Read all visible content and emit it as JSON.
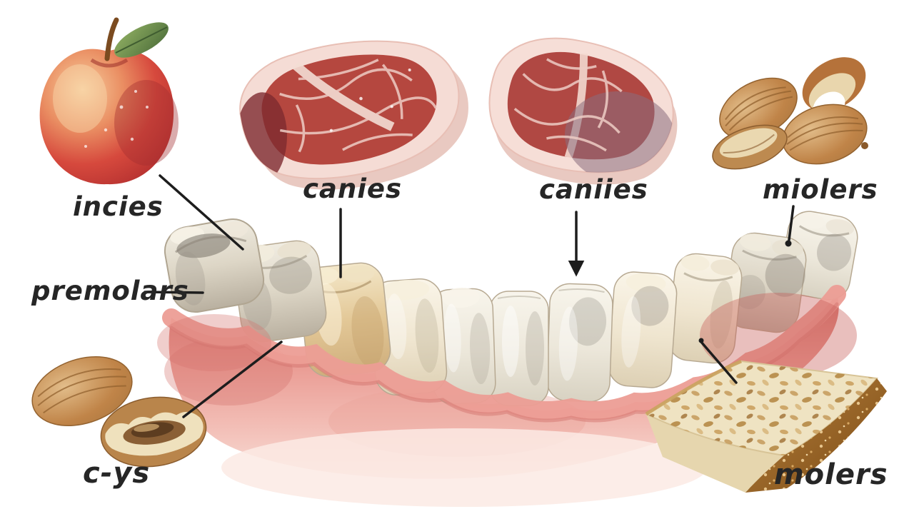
{
  "scene": {
    "description": "Watercolor educational diagram of a lower jaw with teeth types and example foods",
    "background": "#ffffff"
  },
  "labels": {
    "incisors": "incies",
    "canines_left": "canies",
    "canines_right": "caniies",
    "molars_top_right": "miolers",
    "premolars": "premolars",
    "cuspids_bottom_left": "c-ys",
    "molars_bottom_right": "molers"
  },
  "illustrations": [
    {
      "name": "apple",
      "position": "top-left"
    },
    {
      "name": "steak-slice-left",
      "position": "top-center-left"
    },
    {
      "name": "steak-slice-right",
      "position": "top-center-right"
    },
    {
      "name": "almonds-and-shells",
      "position": "top-right"
    },
    {
      "name": "walnut-and-open-shell",
      "position": "bottom-left"
    },
    {
      "name": "whole-grain-bread-slice",
      "position": "bottom-right"
    },
    {
      "name": "lower-jaw-with-teeth",
      "position": "center"
    }
  ],
  "colors": {
    "label_text": "#262626",
    "leader_line": "#1d1d1d",
    "apple_red": "#c8342f",
    "meat_red": "#b5473f",
    "fat_pink": "#f5dcd5",
    "gum_pink": "#ec9d95",
    "tooth_cream": "#f1e9d6",
    "nut_brown": "#c08448",
    "bread_crust": "#9a6428",
    "bread_crumb": "#efe3c2"
  }
}
